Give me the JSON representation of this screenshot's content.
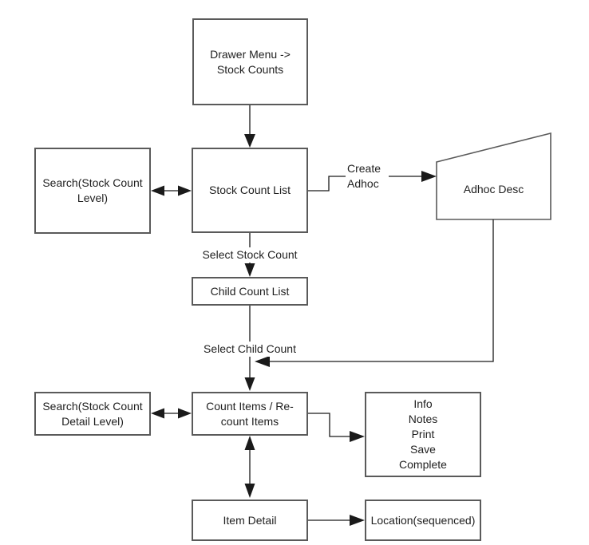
{
  "nodes": {
    "drawer_menu": {
      "label": "Drawer Menu ->\nStock Counts"
    },
    "search_stock_count_level": {
      "label": "Search(Stock Count\nLevel)"
    },
    "stock_count_list": {
      "label": "Stock Count List"
    },
    "adhoc_desc": {
      "label": "Adhoc Desc"
    },
    "child_count_list": {
      "label": "Child Count List"
    },
    "search_stock_count_detail_level": {
      "label": "Search(Stock Count\nDetail Level)"
    },
    "count_items": {
      "label": "Count Items / Re-\ncount Items"
    },
    "count_actions": {
      "label": "Info\nNotes\nPrint\nSave\nComplete"
    },
    "item_detail": {
      "label": "Item Detail"
    },
    "location_sequenced": {
      "label": "Location(sequenced)"
    }
  },
  "edge_labels": {
    "create_adhoc": "Create\nAdhoc",
    "select_stock_count": "Select Stock Count",
    "select_child_count": "Select Child Count"
  },
  "colors": {
    "box_border": "#5a5a5a",
    "connector": "#1a1a1a",
    "text": "#1f1f1f",
    "background": "#ffffff"
  }
}
